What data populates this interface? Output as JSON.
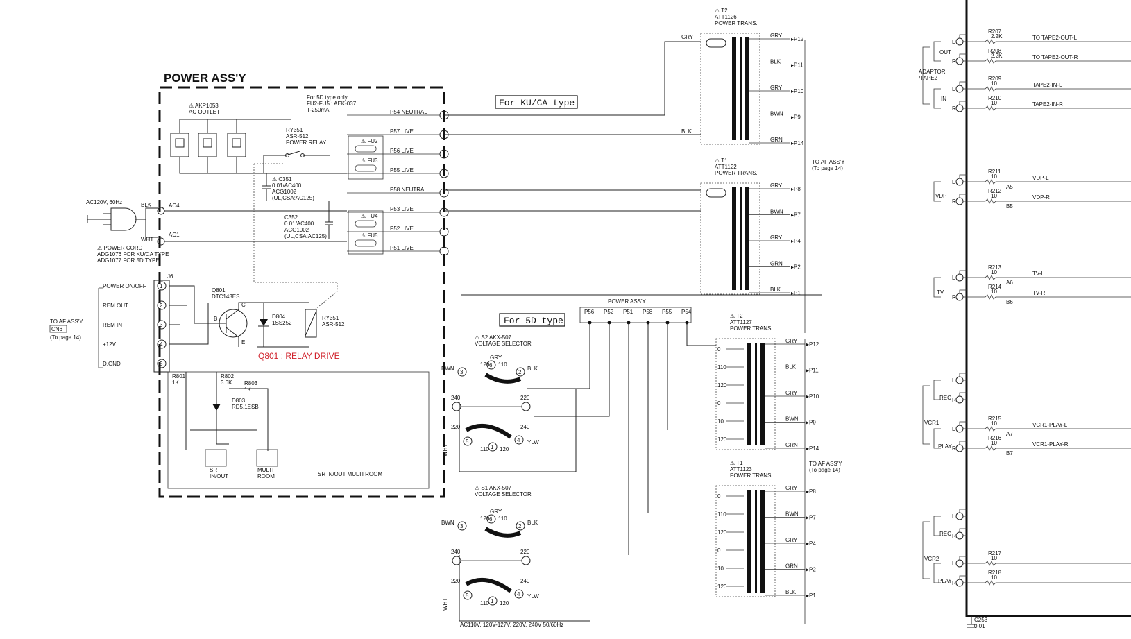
{
  "power_assy": {
    "title": "POWER ASS'Y",
    "outlet_label": "⚠ AKP1053\nAC OUTLET",
    "fuse_note": "For 5D type only\nFU2-FU5 : AEK-037\nT-250mA",
    "relay_label": "RY351\nASR-512\nPOWER RELAY",
    "c351_label": "⚠ C351\n0.01/AC400\nACG1002\n(UL,CSA:AC125)",
    "c352_label": "C352\n0.01/AC400\nACG1002\n(UL,CSA:AC125)",
    "ac_input": "AC120V, 60Hz",
    "blk": "BLK",
    "wht": "WHT",
    "ac4": "AC4",
    "ac1": "AC1",
    "power_cord": "⚠ POWER CORD\nADG1076 FOR KU/CA TYPE\nADG1077 FOR 5D TYPE",
    "fuses": [
      "FU2",
      "FU3",
      "FU4",
      "FU5"
    ],
    "connectors": [
      "P54 NEUTRAL",
      "P57 LIVE",
      "P56 LIVE",
      "P55 LIVE",
      "P58 NEUTRAL",
      "P53 LIVE",
      "P52 LIVE",
      "P51 LIVE"
    ],
    "j6": "J6",
    "j6_pins": [
      "POWER ON/OFF",
      "REM OUT",
      "REM IN",
      "+12V",
      "D.GND"
    ],
    "j6_numbers": [
      "1",
      "2",
      "3",
      "4",
      "5"
    ],
    "to_af": "TO AF ASS'Y",
    "cn6": "CN6",
    "to_page": "(To page 14)",
    "q801": "Q801\nDTC143ES",
    "d804": "D804\n1SS252",
    "ry351b": "RY351\nASR-512",
    "relay_drive": "Q801 : RELAY DRIVE",
    "r801": "R801\n1K",
    "r802": "R802\n3.6K",
    "r803": "R803\n1K",
    "d803": "D803\nRD5.1ESB",
    "sr_inout": "SR\nIN/OUT",
    "multi_room": "MULTI\nROOM",
    "sr_multi": "SR IN/OUT MULTI ROOM",
    "b": "B",
    "c": "C",
    "e": "E"
  },
  "ku_ca": {
    "box_label": "For KU/CA type",
    "t2": "⚠ T2\nATT1126\nPOWER TRANS.",
    "t1": "⚠ T1\nATT1122\nPOWER TRANS.",
    "t2_wires": [
      "GRY",
      "BLK",
      "GRY",
      "BWN",
      "GRN"
    ],
    "t2_pins": [
      "P12",
      "P11",
      "P10",
      "P9",
      "P14"
    ],
    "t1_wires": [
      "GRY",
      "BWN",
      "GRY",
      "GRN",
      "BLK"
    ],
    "t1_pins": [
      "P8",
      "P7",
      "P4",
      "P2",
      "P1"
    ],
    "gry_in": "GRY",
    "blk_in": "BLK",
    "to_af": "TO AF ASS'Y\n(To page 14)"
  },
  "five_d": {
    "box_label": "For 5D type",
    "power_assy": "POWER ASS'Y",
    "pins": [
      "P56",
      "P52",
      "P51",
      "P58",
      "P55",
      "P54"
    ],
    "s2": "⚠ S2  AKX-507\nVOLTAGE SELECTOR",
    "s1": "⚠ S1  AKX-507\nVOLTAGE SELECTOR",
    "sel_labels": [
      "BWN",
      "GRY",
      "BLK",
      "WHT",
      "YLW",
      "120",
      "110",
      "240",
      "220"
    ],
    "t2": "⚠ T2\nATT1127\nPOWER TRANS.",
    "t1": "⚠ T1\nATT1123\nPOWER TRANS.",
    "taps": [
      "0",
      "110",
      "120",
      "0",
      "10",
      "120"
    ],
    "t2_wires": [
      "GRY",
      "BLK",
      "GRY",
      "BWN",
      "GRN"
    ],
    "t2_pins": [
      "P12",
      "P11",
      "P10",
      "P9",
      "P14"
    ],
    "t1_wires": [
      "GRY",
      "BWN",
      "GRY",
      "GRN",
      "BLK"
    ],
    "t1_pins": [
      "P8",
      "P7",
      "P4",
      "P2",
      "P1"
    ],
    "to_af": "TO AF ASS'Y\n(To page 14)",
    "ac_note": "AC110V, 120V-127V, 220V, 240V 50/60Hz"
  },
  "jacks": {
    "adaptor": "ADAPTOR\n/TAPE2",
    "out": "OUT",
    "in": "IN",
    "vdp": "VDP",
    "tv": "TV",
    "vcr1": "VCR1",
    "vcr2": "VCR2",
    "rec": "REC",
    "play": "PLAY",
    "l": "L",
    "r": "R",
    "resistors": [
      {
        "ref": "R207",
        "val": "2.2K",
        "sig": "TO TAPE2-OUT-L"
      },
      {
        "ref": "R208",
        "val": "2.2K",
        "sig": "TO TAPE2-OUT-R"
      },
      {
        "ref": "R209",
        "val": "10",
        "sig": "TAPE2-IN-L"
      },
      {
        "ref": "R210",
        "val": "10",
        "sig": "TAPE2-IN-R"
      },
      {
        "ref": "R211",
        "val": "10",
        "sig": "VDP-L"
      },
      {
        "ref": "R212",
        "val": "10",
        "sig": "VDP-R"
      },
      {
        "ref": "R213",
        "val": "10",
        "sig": "TV-L"
      },
      {
        "ref": "R214",
        "val": "10",
        "sig": "TV-R"
      },
      {
        "ref": "R215",
        "val": "10",
        "sig": "VCR1-PLAY-L"
      },
      {
        "ref": "R216",
        "val": "10",
        "sig": "VCR1-PLAY-R"
      },
      {
        "ref": "R217",
        "val": "10",
        "sig": ""
      },
      {
        "ref": "R218",
        "val": "10",
        "sig": ""
      }
    ],
    "marks": [
      "A5",
      "B5",
      "A6",
      "B6",
      "A7",
      "B7"
    ],
    "c253": "C253\n0.01"
  }
}
